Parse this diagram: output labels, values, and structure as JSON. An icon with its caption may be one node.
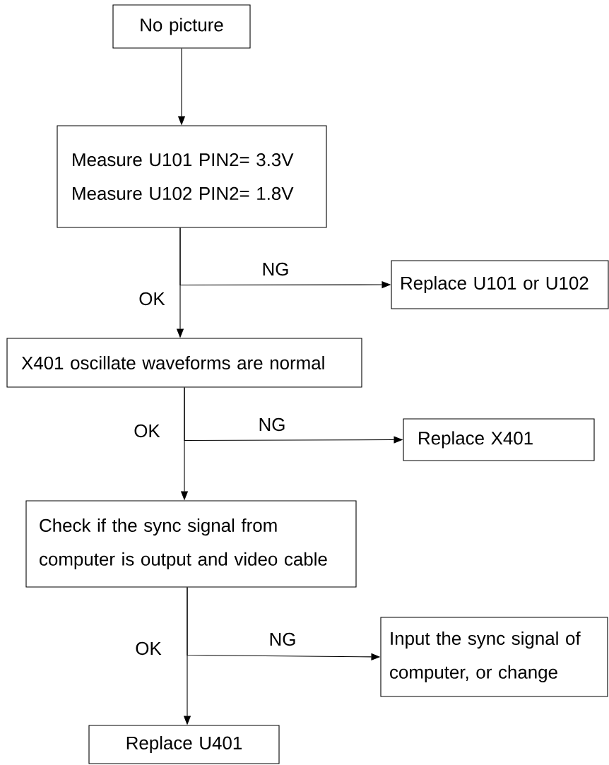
{
  "diagram": {
    "nodes": [
      {
        "text": [
          "No picture"
        ]
      },
      {
        "text": [
          "Measure U101 PIN2= 3.3V",
          "Measure U102 PIN2= 1.8V"
        ]
      },
      {
        "text": [
          "Replace U101 or U102"
        ]
      },
      {
        "text": [
          "X401 oscillate waveforms are normal"
        ]
      },
      {
        "text": [
          "Replace X401"
        ]
      },
      {
        "text": [
          "Check if the sync signal from computer is output and video cable"
        ]
      },
      {
        "text": [
          "Input the sync signal of computer, or change"
        ]
      },
      {
        "text": [
          "Replace U401"
        ]
      }
    ],
    "edges": [
      {
        "from": 0,
        "to": 1,
        "arrow": "to"
      },
      {
        "from": 1,
        "to": 2,
        "arrow": "to",
        "label": "NG"
      },
      {
        "from": 1,
        "to": 3,
        "arrow": "to",
        "label": "OK"
      },
      {
        "from": 3,
        "to": 4,
        "arrow": "to",
        "label": "NG"
      },
      {
        "from": 3,
        "to": 5,
        "arrow": "to",
        "label": "OK"
      },
      {
        "from": 5,
        "to": 6,
        "arrow": "to",
        "label": "NG"
      },
      {
        "from": 5,
        "to": 7,
        "arrow": "to",
        "label": "OK"
      }
    ]
  }
}
